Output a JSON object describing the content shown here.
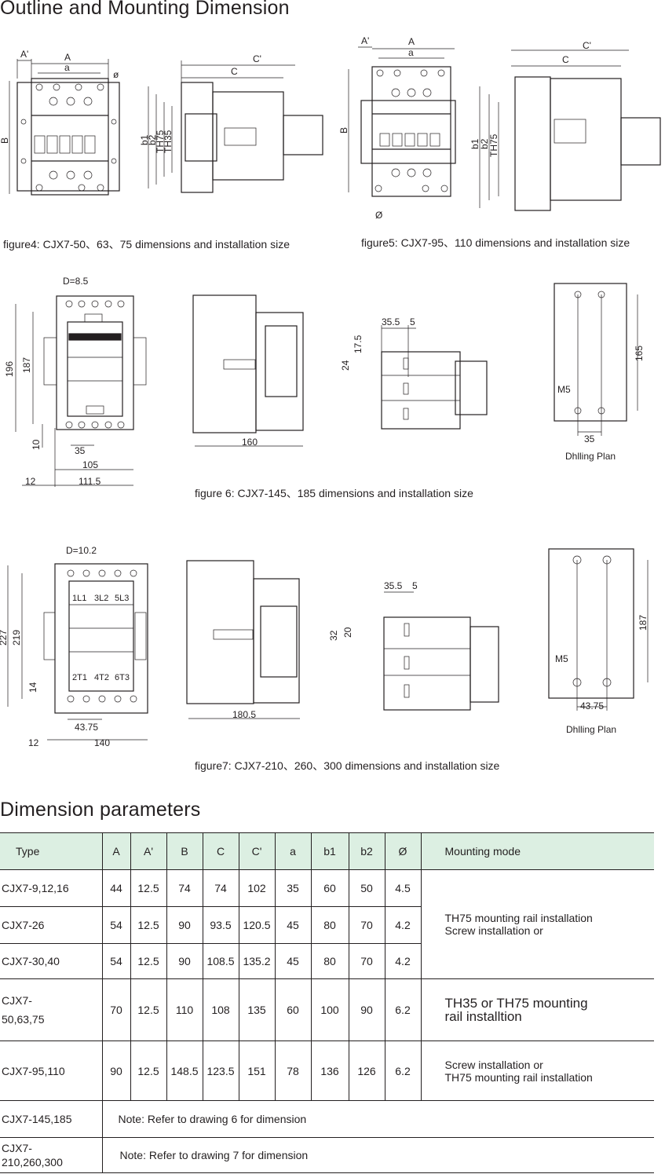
{
  "heading_outline": "Outline and Mounting Dimension",
  "heading_params": "Dimension parameters",
  "figures": {
    "fig4": {
      "caption": "figure4: CJX7-50、63、75 dimensions and installation size",
      "labels": {
        "Aprime": "A'",
        "A": "A",
        "a": "a",
        "phi": "ø",
        "B": "B",
        "Cprime": "C'",
        "C": "C",
        "b1": "b1",
        "b2": "b2",
        "TH75": "TH75",
        "TH35": "TH35"
      }
    },
    "fig5": {
      "caption": "figure5: CJX7-95、110 dimensions and installation size",
      "labels": {
        "Aprime": "A'",
        "A": "A",
        "a": "a",
        "phi": "Ø",
        "B": "B",
        "Cprime": "C'",
        "C": "C",
        "b1": "b1",
        "b2": "b2",
        "TH75": "TH75"
      }
    },
    "fig6": {
      "caption": "figure 6: CJX7-145、185 dimensions and installation size",
      "labels": {
        "D": "D=8.5",
        "h196": "196",
        "h187": "187",
        "d10": "10",
        "d35": "35",
        "d105": "105",
        "d12": "12",
        "d1115": "111.5",
        "d160": "160",
        "d355": "35.5",
        "d5": "5",
        "d175": "17.5",
        "d24": "24",
        "d165": "165",
        "m5": "M5",
        "p35": "35",
        "plan": "Dhlling Plan"
      }
    },
    "fig7": {
      "caption": "figure7: CJX7-210、260、300 dimensions and installation size",
      "labels": {
        "D": "D=10.2",
        "h227": "227",
        "h219": "219",
        "d14": "14",
        "d4375": "43.75",
        "d12": "12",
        "d140": "140",
        "d1805": "180.5",
        "d355": "35.5",
        "d5": "5",
        "d32": "32",
        "d20": "20",
        "d187": "187",
        "m5": "M5",
        "p4375": "43.75",
        "plan": "Dhlling Plan",
        "t1": "1L1",
        "t2": "3L2",
        "t3": "5L3",
        "b1": "2T1",
        "b2": "4T2",
        "b3": "6T3"
      }
    }
  },
  "table": {
    "headers": [
      "Type",
      "A",
      "A'",
      "B",
      "C",
      "C'",
      "a",
      "b1",
      "b2",
      "Ø",
      "Mounting mode"
    ],
    "rows": [
      {
        "type": "CJX7-9,12,16",
        "v": [
          "44",
          "12.5",
          "74",
          "74",
          "102",
          "35",
          "60",
          "50",
          "4.5"
        ]
      },
      {
        "type": "CJX7-26",
        "v": [
          "54",
          "12.5",
          "90",
          "93.5",
          "120.5",
          "45",
          "80",
          "70",
          "4.2"
        ]
      },
      {
        "type": "CJX7-30,40",
        "v": [
          "54",
          "12.5",
          "90",
          "108.5",
          "135.2",
          "45",
          "80",
          "70",
          "4.2"
        ]
      },
      {
        "type_l1": "CJX7-",
        "type_l2": "50,63,75",
        "v": [
          "70",
          "12.5",
          "110",
          "108",
          "135",
          "60",
          "100",
          "90",
          "6.2"
        ]
      },
      {
        "type": "CJX7-95,110",
        "v": [
          "90",
          "12.5",
          "148.5",
          "123.5",
          "151",
          "78",
          "136",
          "126",
          "6.2"
        ]
      }
    ],
    "mount_group1_l1": "TH75 mounting rail installation",
    "mount_group1_l2": "Screw installation or",
    "mount_row4_l1": "TH35 or TH75 mounting",
    "mount_row4_l2": "rail installtion",
    "mount_row5_l1": "Screw installation or",
    "mount_row5_l2": "TH75 mounting rail installation",
    "note_rows": [
      {
        "type": "CJX7-145,185",
        "note": "Note: Refer to drawing 6 for dimension"
      },
      {
        "type_l1": "CJX7-",
        "type_l2": "210,260,300",
        "note": "Note: Refer to drawing 7 for dimension"
      }
    ]
  }
}
